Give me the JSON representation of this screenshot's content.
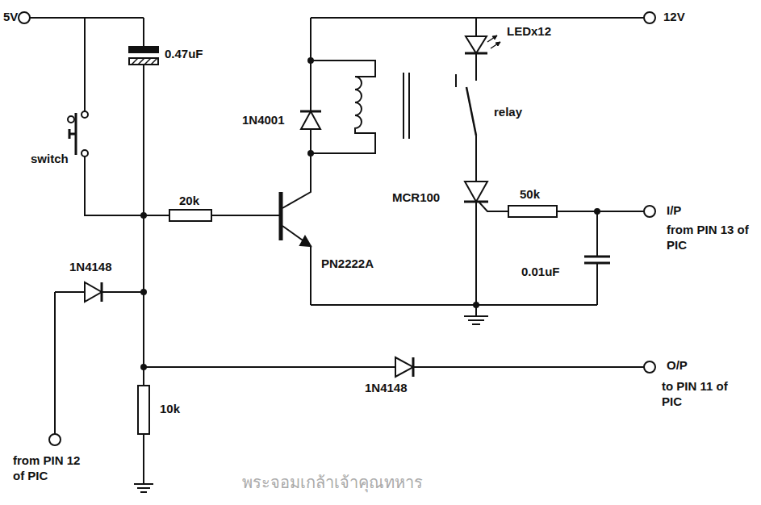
{
  "diagram": {
    "labels": [
      "5V",
      "0.47uF",
      "switch",
      "20k",
      "1N4001",
      "PN2222A",
      "12V",
      "LEDx12",
      "relay",
      "MCR100",
      "50k",
      "I/P",
      "from PIN 13 of PIC",
      "0.01uF",
      "1N4148",
      "from PIN 12 of PIC",
      "1N4148",
      "O/P",
      "to PIN 11 of PIC",
      "10k",
      "พระจอมเกล้าเจ้าคุณทหาร"
    ]
  }
}
